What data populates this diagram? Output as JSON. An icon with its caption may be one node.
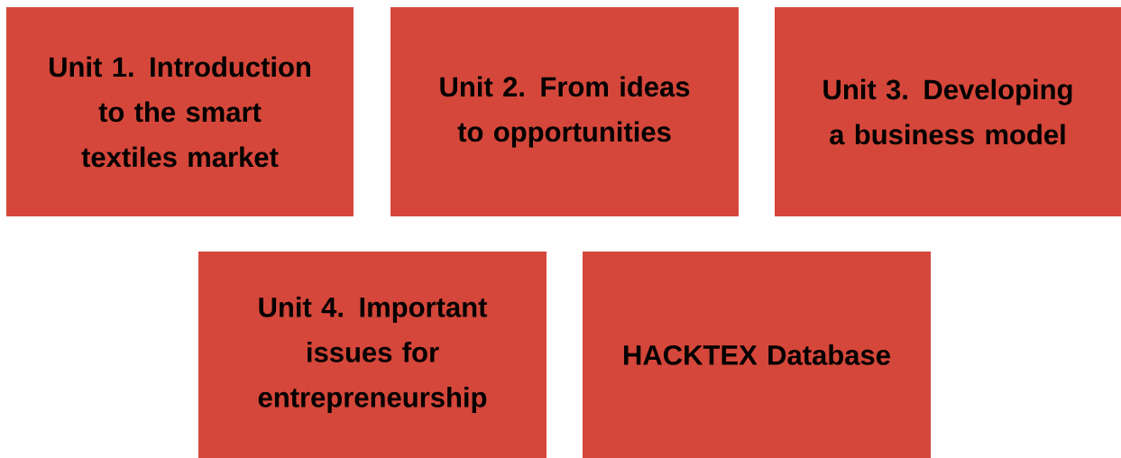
{
  "diagram": {
    "nodes": [
      {
        "text": [
          "Unit 1. Introduction to the smart textiles market"
        ]
      },
      {
        "text": [
          "Unit 2. From ideas to opportunities"
        ]
      },
      {
        "text": [
          "Unit 3. Developing a business model"
        ]
      },
      {
        "text": [
          "Unit 4. Important issues for entrepreneurship"
        ]
      },
      {
        "text": [
          "HACKTEX Database"
        ]
      }
    ]
  }
}
